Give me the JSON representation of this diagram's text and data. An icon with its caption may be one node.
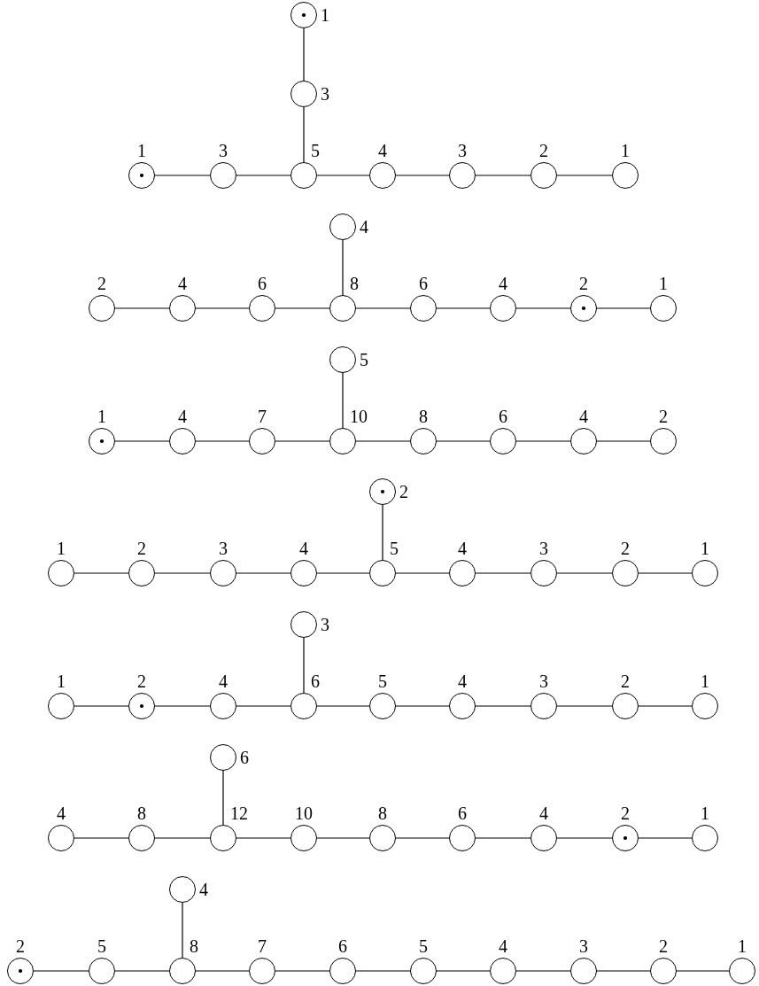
{
  "diagram": {
    "nodes": [
      {
        "text": [],
        "shape": "dot",
        "beside": [
          "1"
        ]
      },
      {
        "text": [],
        "shape": "circle",
        "beside": [
          "3"
        ]
      },
      {
        "text": [],
        "shape": "dot",
        "beside": [
          "1"
        ]
      },
      {
        "text": [],
        "shape": "circle",
        "beside": [
          "3"
        ]
      },
      {
        "text": [],
        "shape": "circle",
        "beside": [
          "5"
        ]
      },
      {
        "text": [],
        "shape": "circle",
        "beside": [
          "4"
        ]
      },
      {
        "text": [],
        "shape": "circle",
        "beside": [
          "3"
        ]
      },
      {
        "text": [],
        "shape": "circle",
        "beside": [
          "2"
        ]
      },
      {
        "text": [],
        "shape": "circle",
        "beside": [
          "1"
        ]
      },
      {
        "text": [],
        "shape": "circle",
        "beside": [
          "4"
        ]
      },
      {
        "text": [],
        "shape": "circle",
        "beside": [
          "2"
        ]
      },
      {
        "text": [],
        "shape": "circle",
        "beside": [
          "4"
        ]
      },
      {
        "text": [],
        "shape": "circle",
        "beside": [
          "6"
        ]
      },
      {
        "text": [],
        "shape": "circle",
        "beside": [
          "8"
        ]
      },
      {
        "text": [],
        "shape": "circle",
        "beside": [
          "6"
        ]
      },
      {
        "text": [],
        "shape": "circle",
        "beside": [
          "4"
        ]
      },
      {
        "text": [],
        "shape": "dot",
        "beside": [
          "2"
        ]
      },
      {
        "text": [],
        "shape": "circle",
        "beside": [
          "1"
        ]
      },
      {
        "text": [],
        "shape": "circle",
        "beside": [
          "5"
        ]
      },
      {
        "text": [],
        "shape": "dot",
        "beside": [
          "1"
        ]
      },
      {
        "text": [],
        "shape": "circle",
        "beside": [
          "4"
        ]
      },
      {
        "text": [],
        "shape": "circle",
        "beside": [
          "7"
        ]
      },
      {
        "text": [],
        "shape": "circle",
        "beside": [
          "10"
        ]
      },
      {
        "text": [],
        "shape": "circle",
        "beside": [
          "8"
        ]
      },
      {
        "text": [],
        "shape": "circle",
        "beside": [
          "6"
        ]
      },
      {
        "text": [],
        "shape": "circle",
        "beside": [
          "4"
        ]
      },
      {
        "text": [],
        "shape": "circle",
        "beside": [
          "2"
        ]
      },
      {
        "text": [],
        "shape": "dot",
        "beside": [
          "2"
        ]
      },
      {
        "text": [],
        "shape": "circle",
        "beside": [
          "1"
        ]
      },
      {
        "text": [],
        "shape": "circle",
        "beside": [
          "2"
        ]
      },
      {
        "text": [],
        "shape": "circle",
        "beside": [
          "3"
        ]
      },
      {
        "text": [],
        "shape": "circle",
        "beside": [
          "4"
        ]
      },
      {
        "text": [],
        "shape": "circle",
        "beside": [
          "5"
        ]
      },
      {
        "text": [],
        "shape": "circle",
        "beside": [
          "4"
        ]
      },
      {
        "text": [],
        "shape": "circle",
        "beside": [
          "3"
        ]
      },
      {
        "text": [],
        "shape": "circle",
        "beside": [
          "2"
        ]
      },
      {
        "text": [],
        "shape": "circle",
        "beside": [
          "1"
        ]
      },
      {
        "text": [],
        "shape": "circle",
        "beside": [
          "3"
        ]
      },
      {
        "text": [],
        "shape": "circle",
        "beside": [
          "1"
        ]
      },
      {
        "text": [],
        "shape": "dot",
        "beside": [
          "2"
        ]
      },
      {
        "text": [],
        "shape": "circle",
        "beside": [
          "4"
        ]
      },
      {
        "text": [],
        "shape": "circle",
        "beside": [
          "6"
        ]
      },
      {
        "text": [],
        "shape": "circle",
        "beside": [
          "5"
        ]
      },
      {
        "text": [],
        "shape": "circle",
        "beside": [
          "4"
        ]
      },
      {
        "text": [],
        "shape": "circle",
        "beside": [
          "3"
        ]
      },
      {
        "text": [],
        "shape": "circle",
        "beside": [
          "2"
        ]
      },
      {
        "text": [],
        "shape": "circle",
        "beside": [
          "1"
        ]
      },
      {
        "text": [],
        "shape": "circle",
        "beside": [
          "6"
        ]
      },
      {
        "text": [],
        "shape": "circle",
        "beside": [
          "4"
        ]
      },
      {
        "text": [],
        "shape": "circle",
        "beside": [
          "8"
        ]
      },
      {
        "text": [],
        "shape": "circle",
        "beside": [
          "12"
        ]
      },
      {
        "text": [],
        "shape": "circle",
        "beside": [
          "10"
        ]
      },
      {
        "text": [],
        "shape": "circle",
        "beside": [
          "8"
        ]
      },
      {
        "text": [],
        "shape": "circle",
        "beside": [
          "6"
        ]
      },
      {
        "text": [],
        "shape": "circle",
        "beside": [
          "4"
        ]
      },
      {
        "text": [],
        "shape": "dot",
        "beside": [
          "2"
        ]
      },
      {
        "text": [],
        "shape": "circle",
        "beside": [
          "1"
        ]
      },
      {
        "text": [],
        "shape": "circle",
        "beside": [
          "4"
        ]
      },
      {
        "text": [],
        "shape": "dot",
        "beside": [
          "2"
        ]
      },
      {
        "text": [],
        "shape": "circle",
        "beside": [
          "5"
        ]
      },
      {
        "text": [],
        "shape": "circle",
        "beside": [
          "8"
        ]
      },
      {
        "text": [],
        "shape": "circle",
        "beside": [
          "7"
        ]
      },
      {
        "text": [],
        "shape": "circle",
        "beside": [
          "6"
        ]
      },
      {
        "text": [],
        "shape": "circle",
        "beside": [
          "5"
        ]
      },
      {
        "text": [],
        "shape": "circle",
        "beside": [
          "4"
        ]
      },
      {
        "text": [],
        "shape": "circle",
        "beside": [
          "3"
        ]
      },
      {
        "text": [],
        "shape": "circle",
        "beside": [
          "2"
        ]
      },
      {
        "text": [],
        "shape": "circle",
        "beside": [
          "1"
        ]
      }
    ],
    "edges": [
      {
        "from": 0,
        "to": 1,
        "arrow": "none"
      },
      {
        "from": 1,
        "to": 4,
        "arrow": "none"
      },
      {
        "from": 2,
        "to": 3,
        "arrow": "none"
      },
      {
        "from": 3,
        "to": 4,
        "arrow": "none"
      },
      {
        "from": 4,
        "to": 5,
        "arrow": "none"
      },
      {
        "from": 5,
        "to": 6,
        "arrow": "none"
      },
      {
        "from": 6,
        "to": 7,
        "arrow": "none"
      },
      {
        "from": 7,
        "to": 8,
        "arrow": "none"
      },
      {
        "from": 9,
        "to": 13,
        "arrow": "none"
      },
      {
        "from": 10,
        "to": 11,
        "arrow": "none"
      },
      {
        "from": 11,
        "to": 12,
        "arrow": "none"
      },
      {
        "from": 12,
        "to": 13,
        "arrow": "none"
      },
      {
        "from": 13,
        "to": 14,
        "arrow": "none"
      },
      {
        "from": 14,
        "to": 15,
        "arrow": "none"
      },
      {
        "from": 15,
        "to": 16,
        "arrow": "none"
      },
      {
        "from": 16,
        "to": 17,
        "arrow": "none"
      },
      {
        "from": 18,
        "to": 22,
        "arrow": "none"
      },
      {
        "from": 19,
        "to": 20,
        "arrow": "none"
      },
      {
        "from": 20,
        "to": 21,
        "arrow": "none"
      },
      {
        "from": 21,
        "to": 22,
        "arrow": "none"
      },
      {
        "from": 22,
        "to": 23,
        "arrow": "none"
      },
      {
        "from": 23,
        "to": 24,
        "arrow": "none"
      },
      {
        "from": 24,
        "to": 25,
        "arrow": "none"
      },
      {
        "from": 25,
        "to": 26,
        "arrow": "none"
      },
      {
        "from": 27,
        "to": 32,
        "arrow": "none"
      },
      {
        "from": 28,
        "to": 29,
        "arrow": "none"
      },
      {
        "from": 29,
        "to": 30,
        "arrow": "none"
      },
      {
        "from": 30,
        "to": 31,
        "arrow": "none"
      },
      {
        "from": 31,
        "to": 32,
        "arrow": "none"
      },
      {
        "from": 32,
        "to": 33,
        "arrow": "none"
      },
      {
        "from": 33,
        "to": 34,
        "arrow": "none"
      },
      {
        "from": 34,
        "to": 35,
        "arrow": "none"
      },
      {
        "from": 35,
        "to": 36,
        "arrow": "none"
      },
      {
        "from": 37,
        "to": 41,
        "arrow": "none"
      },
      {
        "from": 38,
        "to": 39,
        "arrow": "none"
      },
      {
        "from": 39,
        "to": 40,
        "arrow": "none"
      },
      {
        "from": 40,
        "to": 41,
        "arrow": "none"
      },
      {
        "from": 41,
        "to": 42,
        "arrow": "none"
      },
      {
        "from": 42,
        "to": 43,
        "arrow": "none"
      },
      {
        "from": 43,
        "to": 44,
        "arrow": "none"
      },
      {
        "from": 44,
        "to": 45,
        "arrow": "none"
      },
      {
        "from": 45,
        "to": 46,
        "arrow": "none"
      },
      {
        "from": 47,
        "to": 50,
        "arrow": "none"
      },
      {
        "from": 48,
        "to": 49,
        "arrow": "none"
      },
      {
        "from": 49,
        "to": 50,
        "arrow": "none"
      },
      {
        "from": 50,
        "to": 51,
        "arrow": "none"
      },
      {
        "from": 51,
        "to": 52,
        "arrow": "none"
      },
      {
        "from": 52,
        "to": 53,
        "arrow": "none"
      },
      {
        "from": 53,
        "to": 54,
        "arrow": "none"
      },
      {
        "from": 54,
        "to": 55,
        "arrow": "none"
      },
      {
        "from": 55,
        "to": 56,
        "arrow": "none"
      },
      {
        "from": 57,
        "to": 60,
        "arrow": "none"
      },
      {
        "from": 58,
        "to": 59,
        "arrow": "none"
      },
      {
        "from": 59,
        "to": 60,
        "arrow": "none"
      },
      {
        "from": 60,
        "to": 61,
        "arrow": "none"
      },
      {
        "from": 61,
        "to": 62,
        "arrow": "none"
      },
      {
        "from": 62,
        "to": 63,
        "arrow": "none"
      },
      {
        "from": 63,
        "to": 64,
        "arrow": "none"
      },
      {
        "from": 64,
        "to": 65,
        "arrow": "none"
      },
      {
        "from": 65,
        "to": 66,
        "arrow": "none"
      },
      {
        "from": 66,
        "to": 67,
        "arrow": "none"
      }
    ]
  }
}
